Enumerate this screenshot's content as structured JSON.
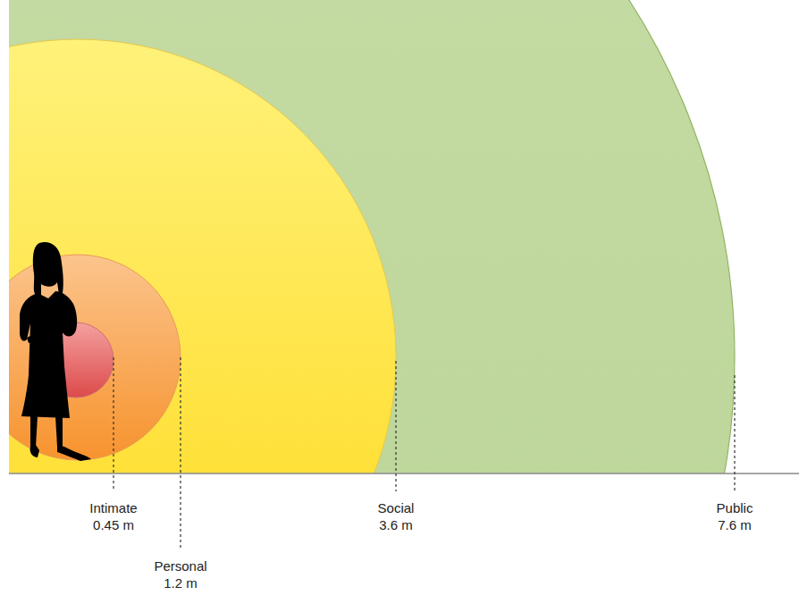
{
  "diagram": {
    "labels": [
      "Intimate",
      "0.45 m",
      "Personal",
      "1.2 m",
      "Social",
      "3.6 m",
      "Public",
      "7.6 m"
    ]
  }
}
